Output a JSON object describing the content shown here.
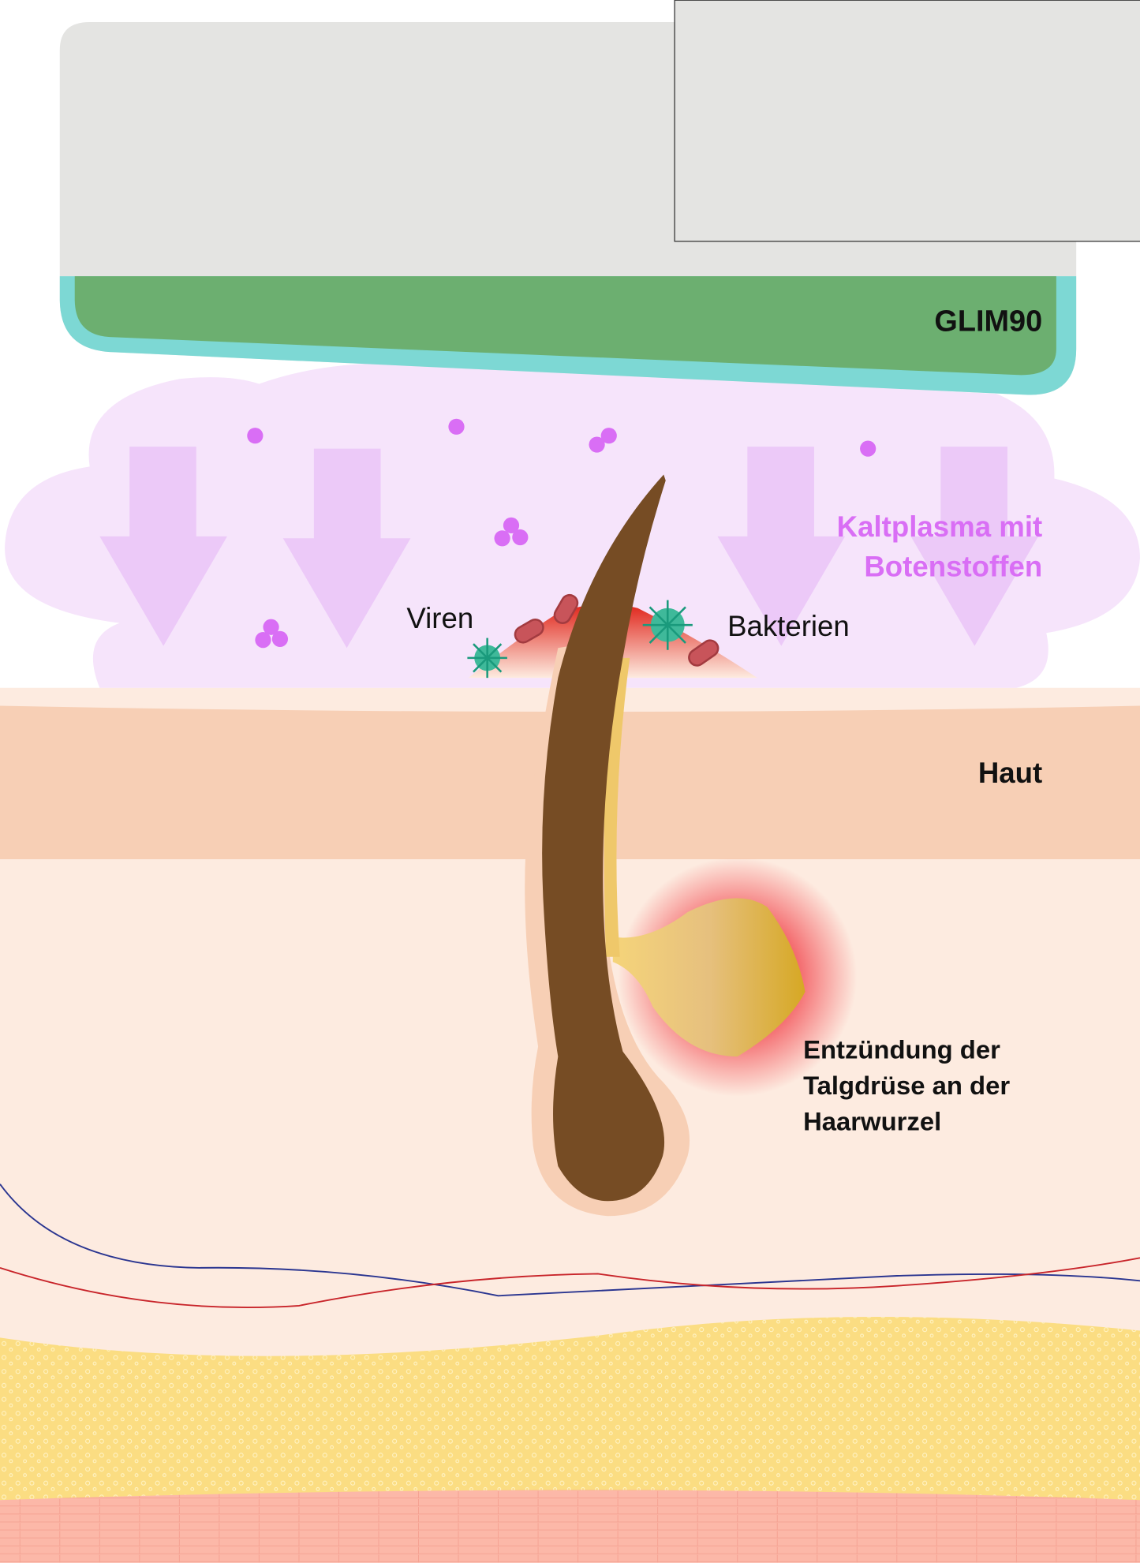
{
  "device": {
    "label": "GLIM90"
  },
  "labels": {
    "plasma_line1": "Kaltplasma mit",
    "plasma_line2": "Botenstoffen",
    "viruses": "Viren",
    "bacteria": "Bakterien",
    "skin": "Haut",
    "inflammation_line1": "Entzündung der",
    "inflammation_line2": "Talgdrüse an der",
    "inflammation_line3": "Haarwurzel"
  },
  "colors": {
    "device_body": "#e4e4e2",
    "device_rim": "#7dd8d4",
    "device_plate": "#6caf70",
    "plasma_cloud": "#f6e4fb",
    "plasma_arrow": "#ecc9f8",
    "particle": "#d96ef5",
    "skin_top": "#f7cfb5",
    "dermis": "#fdebe0",
    "fat": "#fbdd82",
    "muscle": "#fcb8a8",
    "hair": "#764c24",
    "virus": "#3fb99a"
  }
}
